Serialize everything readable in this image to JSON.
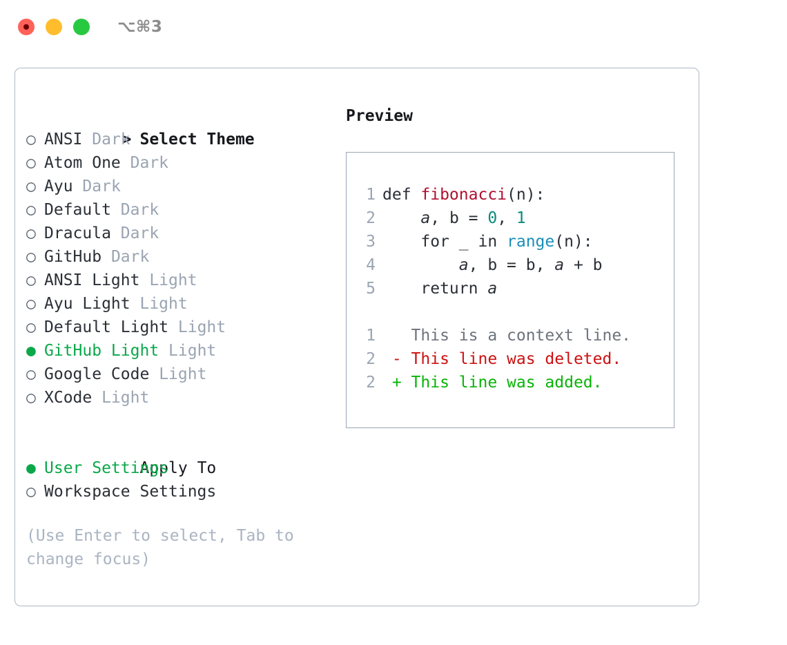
{
  "titlebar": {
    "shortcut": "⌥⌘3",
    "lights": [
      "close",
      "minimize",
      "zoom"
    ]
  },
  "theme_picker": {
    "heading": "Select Theme",
    "heading_marker": ">",
    "marker_selected": "●",
    "marker_unselected": "○",
    "items": [
      {
        "label": "ANSI",
        "tag": "Dark",
        "selected": false
      },
      {
        "label": "Atom One",
        "tag": "Dark",
        "selected": false
      },
      {
        "label": "Ayu",
        "tag": "Dark",
        "selected": false
      },
      {
        "label": "Default",
        "tag": "Dark",
        "selected": false
      },
      {
        "label": "Dracula",
        "tag": "Dark",
        "selected": false
      },
      {
        "label": "GitHub",
        "tag": "Dark",
        "selected": false
      },
      {
        "label": "ANSI Light",
        "tag": "Light",
        "selected": false
      },
      {
        "label": "Ayu Light",
        "tag": "Light",
        "selected": false
      },
      {
        "label": "Default Light",
        "tag": "Light",
        "selected": false
      },
      {
        "label": "GitHub Light",
        "tag": "Light",
        "selected": true
      },
      {
        "label": "Google Code",
        "tag": "Light",
        "selected": false
      },
      {
        "label": "XCode",
        "tag": "Light",
        "selected": false
      }
    ]
  },
  "apply_to": {
    "title": "Apply To",
    "items": [
      {
        "label": "User Settings",
        "selected": true
      },
      {
        "label": "Workspace Settings",
        "selected": false
      }
    ]
  },
  "hint": "(Use Enter to select, Tab to change focus)",
  "preview": {
    "title": "Preview",
    "code_lines": [
      {
        "num": "1",
        "tokens": [
          {
            "text": "def ",
            "kind": "kw"
          },
          {
            "text": "fibonacci",
            "kind": "fn"
          },
          {
            "text": "(n):",
            "kind": "kw"
          }
        ]
      },
      {
        "num": "2",
        "tokens": [
          {
            "text": "    ",
            "kind": "kw"
          },
          {
            "text": "a",
            "kind": "var"
          },
          {
            "text": ", b = ",
            "kind": "kw"
          },
          {
            "text": "0",
            "kind": "num"
          },
          {
            "text": ", ",
            "kind": "kw"
          },
          {
            "text": "1",
            "kind": "num"
          }
        ]
      },
      {
        "num": "3",
        "tokens": [
          {
            "text": "    for _ in ",
            "kind": "kw"
          },
          {
            "text": "range",
            "kind": "builtin"
          },
          {
            "text": "(n):",
            "kind": "kw"
          }
        ]
      },
      {
        "num": "4",
        "tokens": [
          {
            "text": "        ",
            "kind": "kw"
          },
          {
            "text": "a",
            "kind": "var"
          },
          {
            "text": ", b = b, ",
            "kind": "kw"
          },
          {
            "text": "a",
            "kind": "var"
          },
          {
            "text": " + b",
            "kind": "kw"
          }
        ]
      },
      {
        "num": "5",
        "tokens": [
          {
            "text": "    return ",
            "kind": "kw"
          },
          {
            "text": "a",
            "kind": "var"
          }
        ]
      }
    ],
    "diff_lines": [
      {
        "num": "1",
        "marker": "  ",
        "text": "This is a context line.",
        "kind": "ctx"
      },
      {
        "num": "2",
        "marker": "- ",
        "text": "This line was deleted.",
        "kind": "del"
      },
      {
        "num": "2",
        "marker": "+ ",
        "text": "This line was added.",
        "kind": "add"
      }
    ]
  },
  "colors": {
    "accent_green": "#0aa84a",
    "diff_add": "#06b406",
    "diff_del": "#cc1111",
    "function": "#b01030",
    "number": "#0a8a7a",
    "builtin": "#1a8fb8",
    "muted": "#9aa4b2",
    "border": "#aeb7c4",
    "light_red": "#ff6159",
    "light_yellow": "#ffbd2e",
    "light_green": "#28c840"
  }
}
